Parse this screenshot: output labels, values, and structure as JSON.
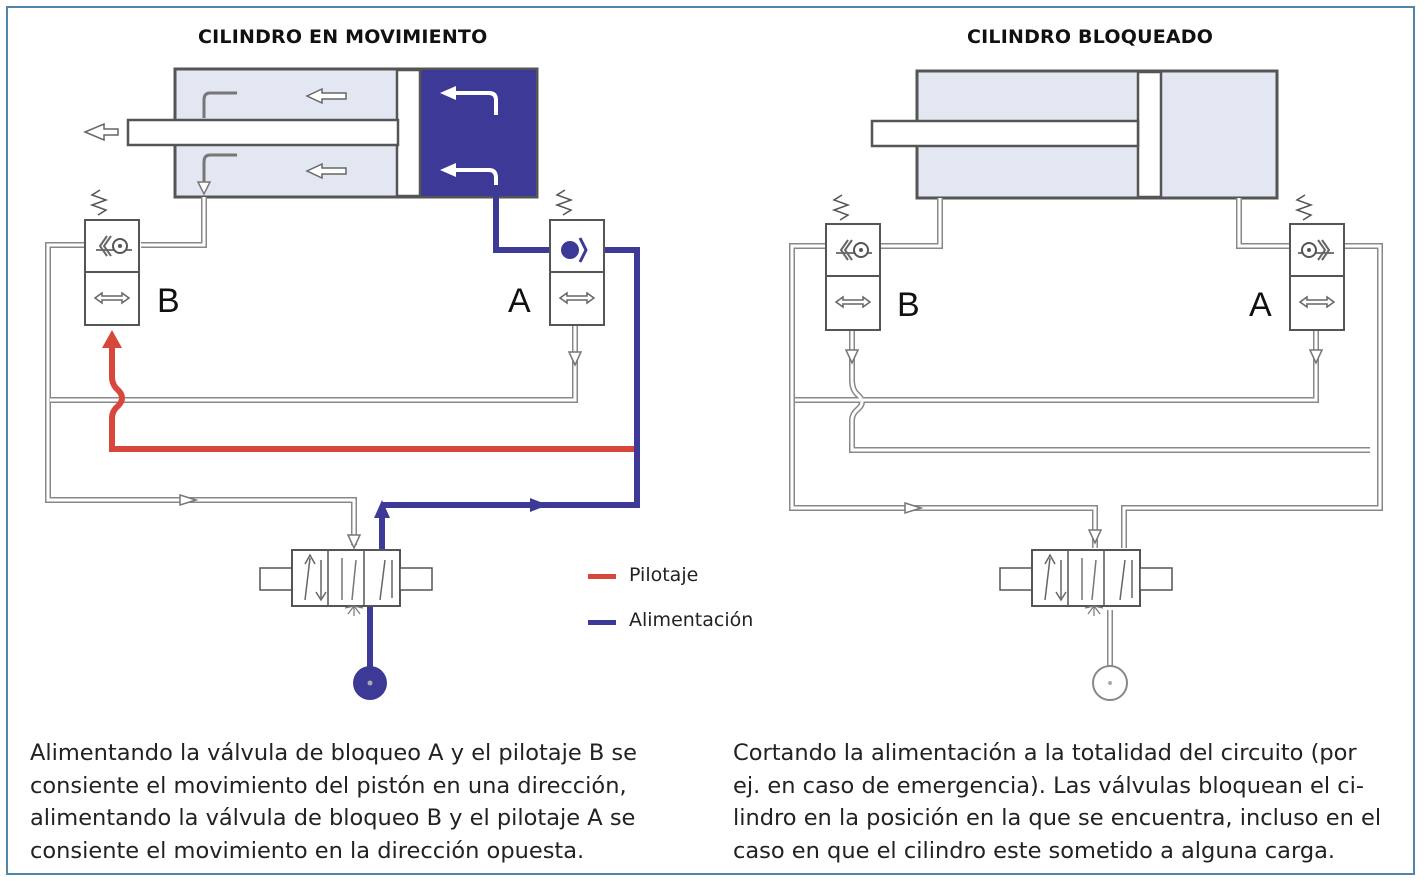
{
  "panels": {
    "left": {
      "title": "CILINDRO EN MOVIMIENTO",
      "valve_b": "B",
      "valve_a": "A"
    },
    "right": {
      "title": "CILINDRO BLOQUEADO",
      "valve_b": "B",
      "valve_a": "A"
    }
  },
  "legend": {
    "items": [
      {
        "label": "Pilotaje",
        "color": "#d8473c"
      },
      {
        "label": "Alimentación",
        "color": "#3c3a96"
      }
    ]
  },
  "captions": {
    "left": [
      "Alimentando la válvula de bloqueo A y el pilotaje B se",
      "consiente el movimiento del pistón en una dirección,",
      "alimentando la válvula de bloqueo B y el pilotaje A se",
      "consiente el movimiento en la dirección opuesta."
    ],
    "right": [
      "Cortando la alimentación a la totalidad del circuito (por",
      "ej. en caso de emergencia). Las válvulas bloquean el ci-",
      "lindro en la posición en la que se encuentra, incluso en el",
      "caso en que el cilindro este sometido a alguna carga."
    ]
  },
  "colors": {
    "pilot": "#d8473c",
    "supply": "#3c3a96",
    "cylinder_fill": "#e3e7f2",
    "frame": "#4f87a8"
  }
}
